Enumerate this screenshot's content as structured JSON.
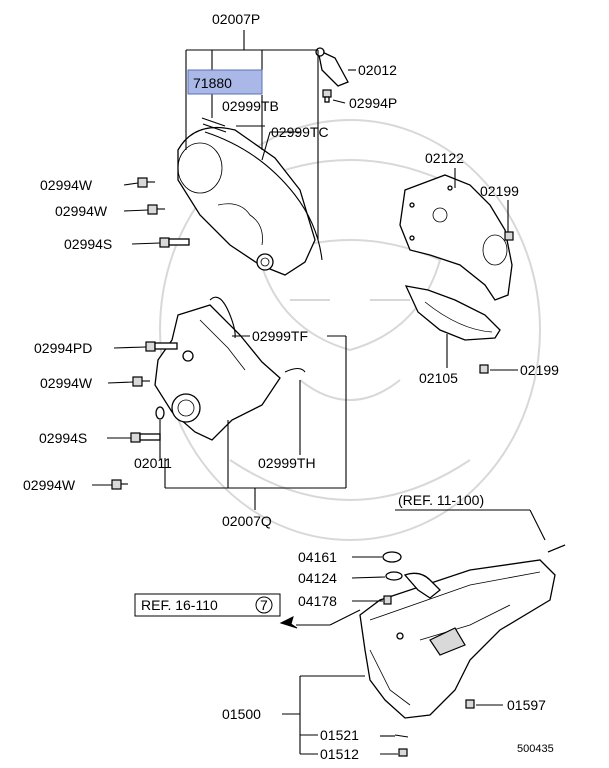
{
  "watermark_color": "#d8d8d8",
  "highlight_color": "#aab8e8",
  "labels": {
    "p02007P": "02007P",
    "p71880": "71880",
    "p02012": "02012",
    "p02994P": "02994P",
    "p02999TB": "02999TB",
    "p02999TC": "02999TC",
    "p02994W_a": "02994W",
    "p02994W_b": "02994W",
    "p02994S_a": "02994S",
    "p02122": "02122",
    "p02199_a": "02199",
    "p02105": "02105",
    "p02199_b": "02199",
    "p02999TF": "02999TF",
    "p02994PD": "02994PD",
    "p02994W_c": "02994W",
    "p02994S_b": "02994S",
    "p02011": "02011",
    "p02999TH": "02999TH",
    "p02994W_d": "02994W",
    "p02007Q": "02007Q",
    "ref11": "(REF. 11-100)",
    "p04161": "04161",
    "p04124": "04124",
    "p04178": "04178",
    "ref16": "REF. 16-110",
    "ref16_circle": "7",
    "p01500": "01500",
    "p01597": "01597",
    "p01521": "01521",
    "p01512": "01512",
    "diagram_no": "500435"
  }
}
